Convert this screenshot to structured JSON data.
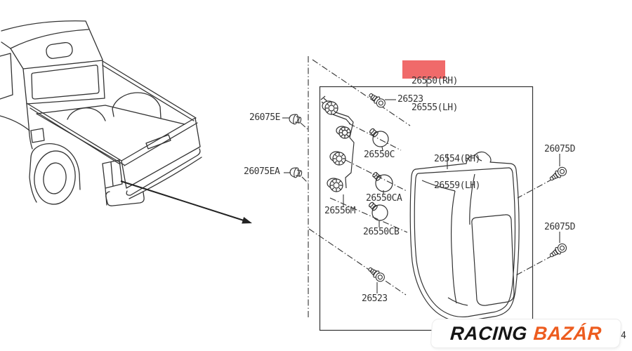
{
  "diagram": {
    "highlight_color": "#f06a6a",
    "line_color": "#333333",
    "parts": {
      "lamp_assembly": {
        "rh": "26550(RH)",
        "lh": "26555(LH)",
        "highlighted": true
      },
      "lens_body": {
        "rh": "26554(RH)",
        "lh": "26559(LH)"
      },
      "screw_top": {
        "number": "26523"
      },
      "screw_bottom": {
        "number": "26523"
      },
      "grommet": {
        "number": "26075E"
      },
      "grommet_a": {
        "number": "26075EA"
      },
      "bulb_1": {
        "number": "26550C"
      },
      "bulb_2": {
        "number": "26550CA"
      },
      "bulb_3": {
        "number": "26550CB"
      },
      "harness": {
        "number": "26556M"
      },
      "screw_d_upper": {
        "number": "26075D"
      },
      "screw_d_lower": {
        "number": "26075D"
      }
    }
  },
  "watermark": {
    "word1": "RACING",
    "word2": "BAZÁR",
    "word1_color": "#151515",
    "word2_color": "#ed5c1f"
  },
  "page_number": "4"
}
